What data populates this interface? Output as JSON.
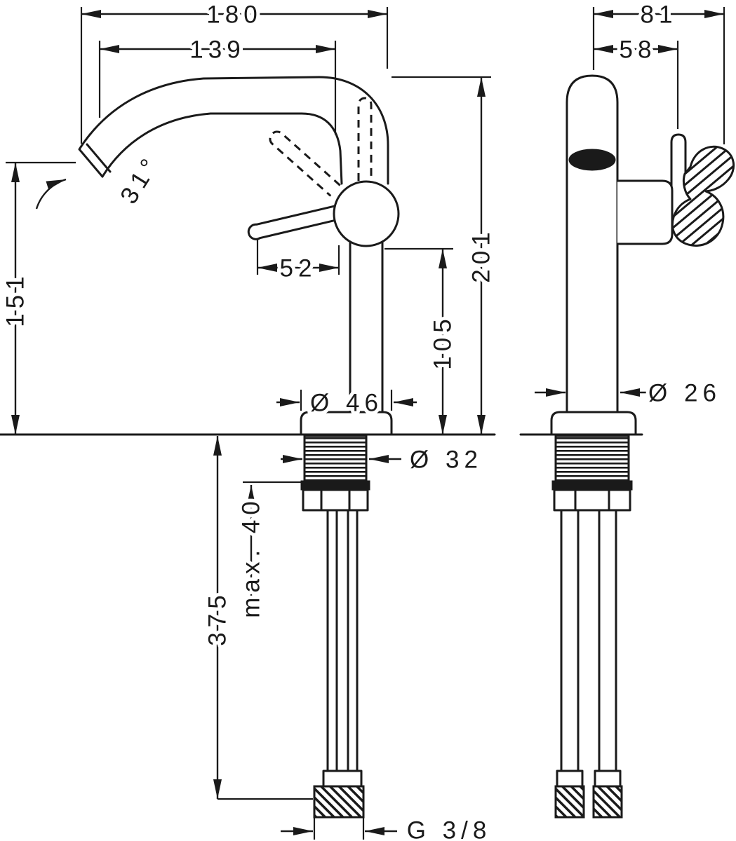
{
  "front_view": {
    "spout_reach_total": "180",
    "spout_reach": "139",
    "spout_angle": "31°",
    "outlet_height": "151",
    "handle_projection": "52",
    "height_above_deck": "201",
    "handle_height": "105",
    "base_diameter": "Ø 46",
    "shank_diameter": "Ø 32",
    "max_deck_thickness": "max. 40",
    "hose_length": "375",
    "thread_size": "G 3/8"
  },
  "side_view": {
    "total_depth": "81",
    "handle_depth": "58",
    "body_diameter": "Ø 26"
  },
  "colors": {
    "line": "#1a1a1a",
    "background": "#ffffff"
  }
}
